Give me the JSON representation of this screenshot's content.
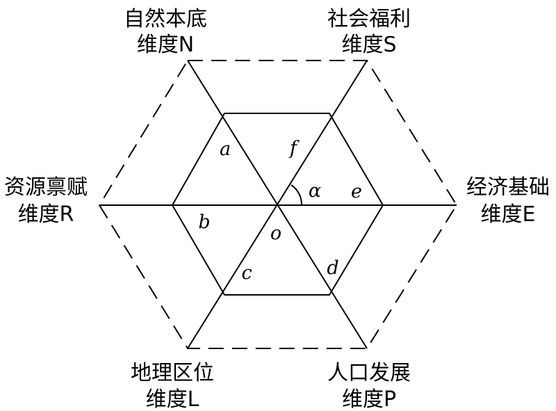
{
  "dimensions": {
    "N": {
      "line1": "自然本底",
      "line2": "维度N"
    },
    "S": {
      "line1": "社会福利",
      "line2": "维度S"
    },
    "R": {
      "line1": "资源禀赋",
      "line2": "维度R"
    },
    "E": {
      "line1": "经济基础",
      "line2": "维度E"
    },
    "L": {
      "line1": "地理区位",
      "line2": "维度L"
    },
    "P": {
      "line1": "人口发展",
      "line2": "维度P"
    }
  },
  "regions": {
    "a": "a",
    "b": "b",
    "c": "c",
    "d": "d",
    "e": "e",
    "f": "f",
    "o": "o",
    "alpha": "α"
  }
}
